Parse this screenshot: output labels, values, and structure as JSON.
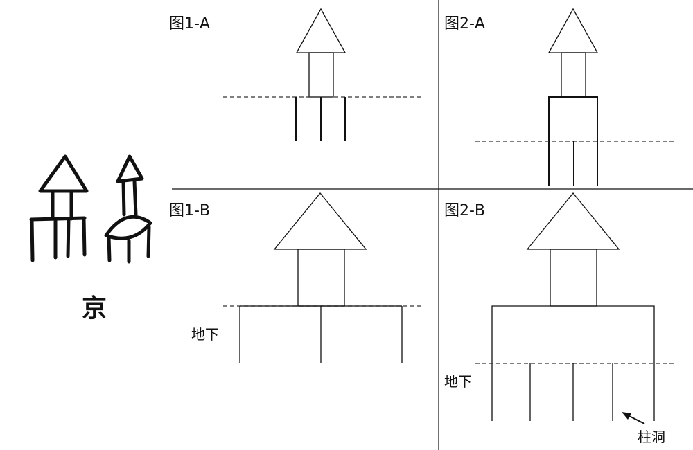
{
  "glyph": {
    "character": "京",
    "description_text": ""
  },
  "panels": {
    "p1a": {
      "label": "图1-A"
    },
    "p2a": {
      "label": "图2-A"
    },
    "p1b": {
      "label": "图1-B",
      "ground_label": "地下"
    },
    "p2b": {
      "label": "图2-B",
      "ground_label": "地下",
      "posthole_label": "柱洞"
    }
  }
}
